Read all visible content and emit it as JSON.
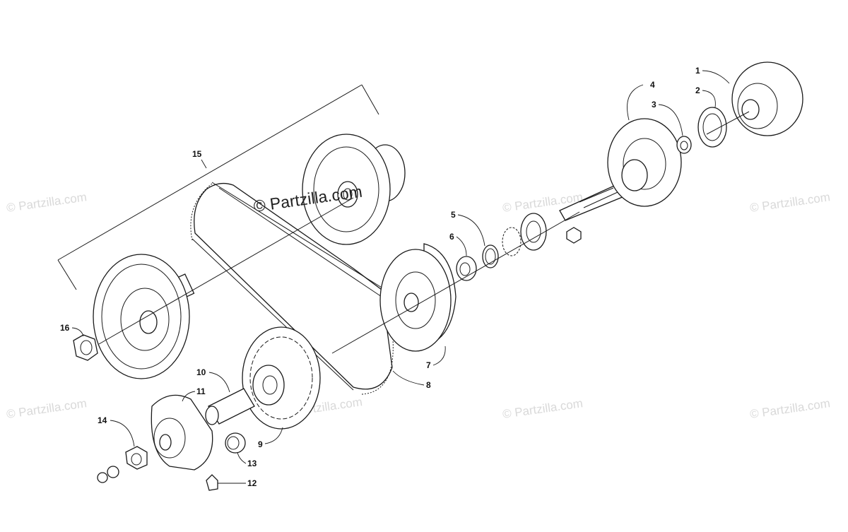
{
  "watermark": {
    "text": "© Partzilla.com"
  },
  "copyright": {
    "text": "© Partzilla.com"
  },
  "callouts": [
    {
      "id": "1",
      "label": "1"
    },
    {
      "id": "2",
      "label": "2"
    },
    {
      "id": "3",
      "label": "3"
    },
    {
      "id": "4",
      "label": "4"
    },
    {
      "id": "5",
      "label": "5"
    },
    {
      "id": "6",
      "label": "6"
    },
    {
      "id": "7",
      "label": "7"
    },
    {
      "id": "8",
      "label": "8"
    },
    {
      "id": "9",
      "label": "9"
    },
    {
      "id": "10",
      "label": "10"
    },
    {
      "id": "11",
      "label": "11"
    },
    {
      "id": "12",
      "label": "12"
    },
    {
      "id": "13",
      "label": "13"
    },
    {
      "id": "14",
      "label": "14"
    },
    {
      "id": "15",
      "label": "15"
    },
    {
      "id": "16",
      "label": "16"
    }
  ],
  "colors": {
    "line": "#1a1a1a",
    "watermark": "#d9d9d9",
    "background": "#ffffff"
  }
}
